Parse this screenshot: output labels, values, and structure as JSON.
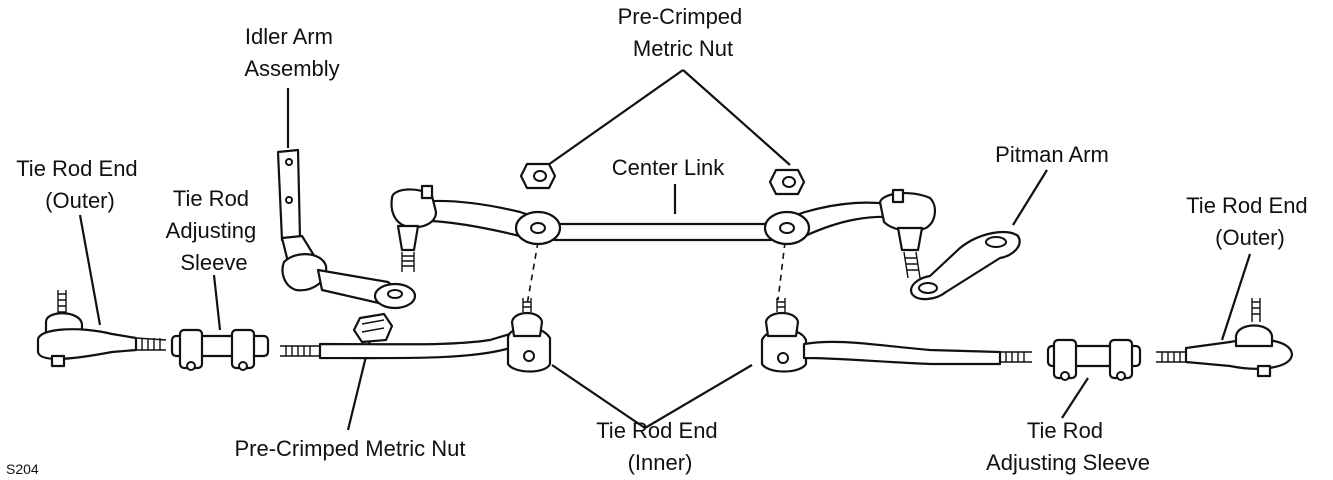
{
  "figure_id": "S204",
  "labels": {
    "idler_arm": [
      "Idler Arm",
      "Assembly"
    ],
    "pre_crimped_top": [
      "Pre-Crimped",
      "Metric Nut"
    ],
    "center_link": "Center Link",
    "pitman_arm": "Pitman Arm",
    "tie_rod_end_outer_left": [
      "Tie Rod End",
      "(Outer)"
    ],
    "tie_rod_adjusting_sleeve_left": [
      "Tie Rod",
      "Adjusting",
      "Sleeve"
    ],
    "tie_rod_end_outer_right": [
      "Tie Rod End",
      "(Outer)"
    ],
    "pre_crimped_bottom": "Pre-Crimped Metric Nut",
    "tie_rod_end_inner": [
      "Tie Rod End",
      "(Inner)"
    ],
    "tie_rod_adjusting_sleeve_right": [
      "Tie Rod",
      "Adjusting Sleeve"
    ]
  }
}
